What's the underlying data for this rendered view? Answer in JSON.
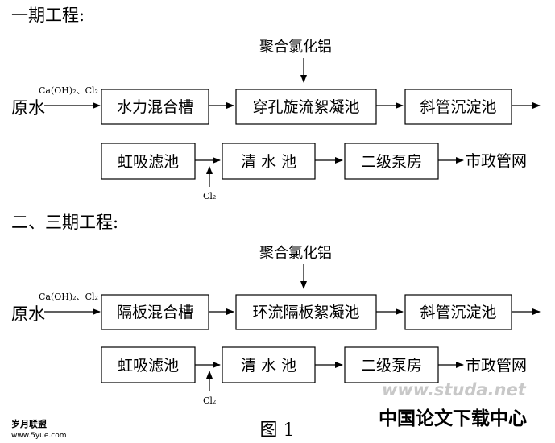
{
  "phase1": {
    "heading": "一期工程:",
    "coagulant": "聚合氯化铝",
    "source": "原水",
    "dosing": "Ca(OH)₂、Cl₂",
    "row1": [
      "水力混合槽",
      "穿孔旋流絮凝池",
      "斜管沉淀池"
    ],
    "row2": [
      "虹吸滤池",
      "清 水 池",
      "二级泵房"
    ],
    "chlorine": "Cl₂",
    "output": "市政管网"
  },
  "phase23": {
    "heading": "二、三期工程:",
    "coagulant": "聚合氯化铝",
    "source": "原水",
    "dosing": "Ca(OH)₂、Cl₂",
    "row1": [
      "隔板混合槽",
      "环流隔板絮凝池",
      "斜管沉淀池"
    ],
    "row2": [
      "虹吸滤池",
      "清 水 池",
      "二级泵房"
    ],
    "chlorine": "Cl₂",
    "output": "市政管网"
  },
  "caption": "图 1",
  "watermark": {
    "site_cn": "岁月联盟",
    "site_url": "www.5yue.com",
    "studa_url": "www.studa.net",
    "studa_cn": "中国论文下载中心"
  },
  "colors": {
    "line": "#000000",
    "watermark": "#c8c8c8"
  }
}
